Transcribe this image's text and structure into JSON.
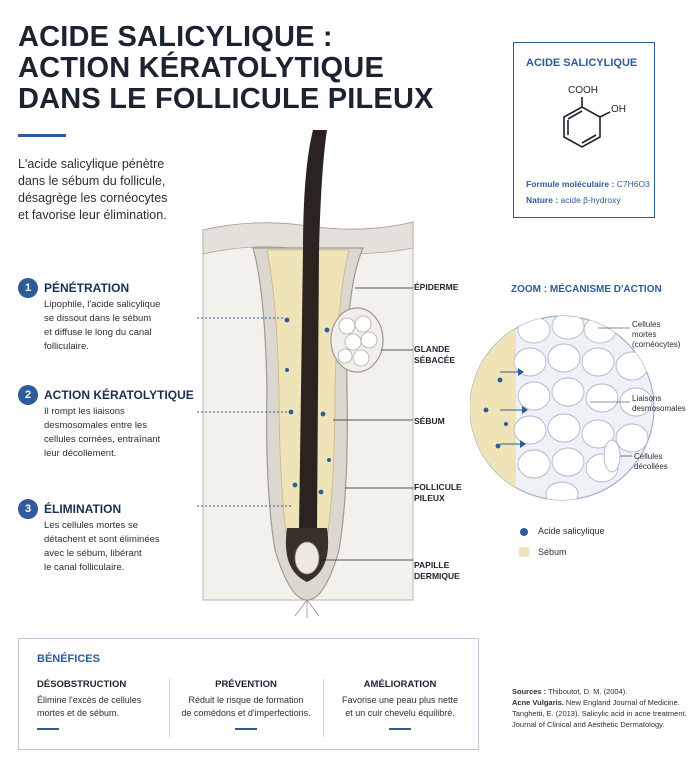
{
  "title": {
    "line1": "ACIDE SALICYLIQUE :",
    "line2": "ACTION KÉRATOLYTIQUE",
    "line3": "DANS LE FOLLICULE PILEUX"
  },
  "intro": {
    "line1": "L'acide salicylique pénètre",
    "line2": "dans le sébum du follicule,",
    "line3": "désagrège les cornéocytes",
    "line4": "et favorise leur élimination."
  },
  "chemistry": {
    "title": "ACIDE SALICYLIQUE",
    "group_cooh": "COOH",
    "group_oh": "OH",
    "formula_label": "Formule moléculaire :",
    "formula_value": "C7H6O3",
    "nature_label": "Nature :",
    "nature_value": "acide β-hydroxy"
  },
  "steps": [
    {
      "number": "1",
      "title": "PÉNÉTRATION",
      "lines": [
        "Lipophile, l'acide salicylique",
        "se dissout dans le sébum",
        "et diffuse le long du canal",
        "folliculaire."
      ]
    },
    {
      "number": "2",
      "title": "ACTION KÉRATOLYTIQUE",
      "lines": [
        "Il rompt les liaisons",
        "desmosomales entre les",
        "cellules cornées, entraînant",
        "leur décollement."
      ]
    },
    {
      "number": "3",
      "title": "ÉLIMINATION",
      "lines": [
        "Les cellules mortes se",
        "détachent et sont éliminées",
        "avec le sébum, libérant",
        "le canal folliculaire."
      ]
    }
  ],
  "diagram_labels": {
    "epiderme": "ÉPIDERME",
    "glande_1": "GLANDE",
    "glande_2": "SÉBACÉE",
    "sebum": "SÉBUM",
    "follicule_1": "FOLLICULE",
    "follicule_2": "PILEUX",
    "papille_1": "PAPILLE",
    "papille_2": "DERMIQUE"
  },
  "zoom": {
    "title": "ZOOM : MÉCANISME D'ACTION",
    "label_dead_1": "Cellules",
    "label_dead_2": "mortes",
    "label_dead_3": "(cornéocytes)",
    "label_links_1": "Liaisons",
    "label_links_2": "desmosomales",
    "label_detached_1": "Cellules",
    "label_detached_2": "décollées"
  },
  "legend": {
    "acid": "Acide salicylique",
    "sebum": "Sébum"
  },
  "benefits": {
    "title": "BÉNÉFICES",
    "items": [
      {
        "title": "DÉSOBSTRUCTION",
        "lines": [
          "Élimine l'excès de cellules",
          "mortes et de sébum."
        ]
      },
      {
        "title": "PRÉVENTION",
        "lines": [
          "Réduit le risque de formation",
          "de comédons et d'imperfections."
        ]
      },
      {
        "title": "AMÉLIORATION",
        "lines": [
          "Favorise une peau plus nette",
          "et un cuir chevelu équilibré."
        ]
      }
    ]
  },
  "sources": {
    "label": "Sources :",
    "line1": "Thiboutot, D. M. (2004).",
    "line2_bold": "Acne Vulgaris.",
    "line2": "New England Journal of Medicine.",
    "line3": "Tanghetti, E. (2013). Salicylic acid in acne treatment.",
    "line4": "Journal of Clinical and Aesthetic Dermatology."
  },
  "colors": {
    "accent": "#2e5b9a",
    "sebum": "#efe3b8",
    "dark_text": "#1c2330"
  }
}
